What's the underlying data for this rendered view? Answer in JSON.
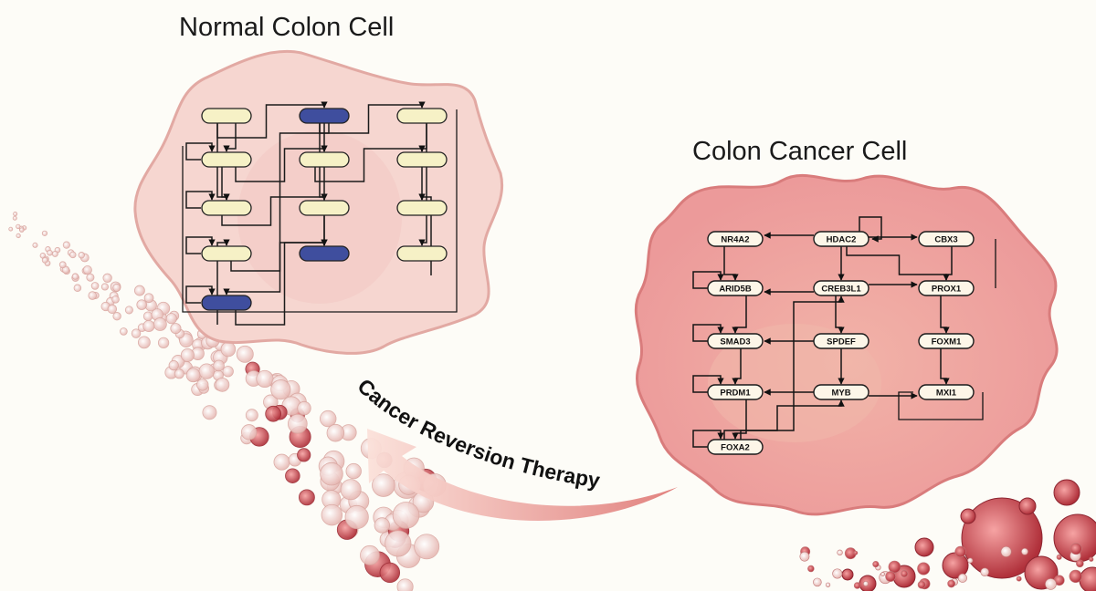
{
  "titles": {
    "normal": "Normal Colon Cell",
    "cancer": "Colon Cancer Cell"
  },
  "therapy_label": "Cancer Reversion Therapy",
  "colors": {
    "background": "#fdfcf7",
    "normal_cell_fill": "#f6d6d0",
    "normal_cell_stroke": "#e2a9a3",
    "cancer_cell_fill": "#ef9f9f",
    "cancer_cell_stroke": "#d97c7c",
    "node_pale": "#f6f1c6",
    "node_blue": "#3f4e9e",
    "node_cancer": "#fdf6e8",
    "arrow_fill": "#f2b1a6"
  },
  "normal_network": {
    "nodes": [
      {
        "id": "n1",
        "state": "pale"
      },
      {
        "id": "n2",
        "state": "active"
      },
      {
        "id": "n3",
        "state": "pale"
      },
      {
        "id": "n4",
        "state": "pale"
      },
      {
        "id": "n5",
        "state": "pale"
      },
      {
        "id": "n6",
        "state": "pale"
      },
      {
        "id": "n7",
        "state": "pale"
      },
      {
        "id": "n8",
        "state": "pale"
      },
      {
        "id": "n9",
        "state": "pale"
      },
      {
        "id": "n10",
        "state": "pale"
      },
      {
        "id": "n11",
        "state": "active"
      },
      {
        "id": "n12",
        "state": "pale"
      },
      {
        "id": "n13",
        "state": "active"
      }
    ]
  },
  "cancer_network": {
    "nodes": [
      {
        "id": "NR4A2",
        "label": "NR4A2"
      },
      {
        "id": "HDAC2",
        "label": "HDAC2"
      },
      {
        "id": "CBX3",
        "label": "CBX3"
      },
      {
        "id": "ARID5B",
        "label": "ARID5B"
      },
      {
        "id": "CREB3L1",
        "label": "CREB3L1"
      },
      {
        "id": "PROX1",
        "label": "PROX1"
      },
      {
        "id": "SMAD3",
        "label": "SMAD3"
      },
      {
        "id": "SPDEF",
        "label": "SPDEF"
      },
      {
        "id": "FOXM1",
        "label": "FOXM1"
      },
      {
        "id": "PRDM1",
        "label": "PRDM1"
      },
      {
        "id": "MYB",
        "label": "MYB"
      },
      {
        "id": "MXI1",
        "label": "MXI1"
      },
      {
        "id": "FOXA2",
        "label": "FOXA2"
      }
    ]
  }
}
